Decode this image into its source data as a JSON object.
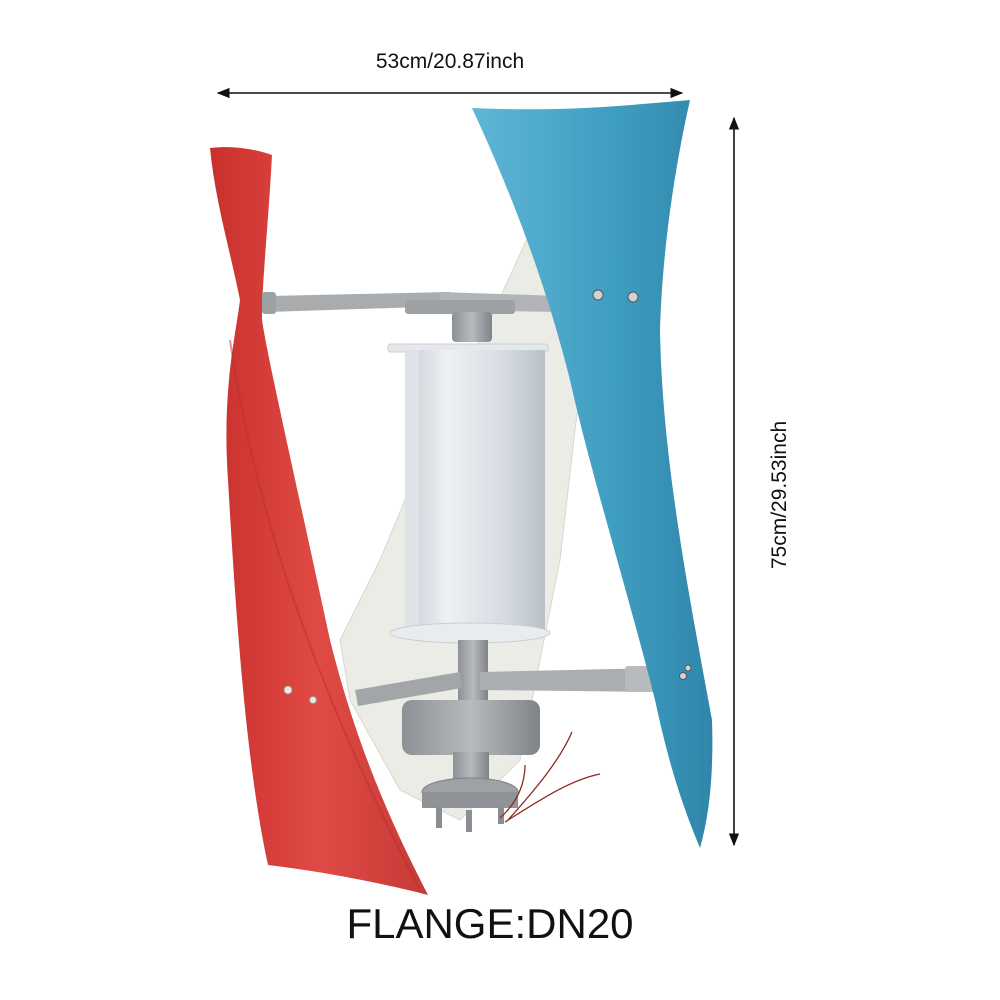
{
  "dimensions": {
    "width_label": "53cm/20.87inch",
    "height_label": "75cm/29.53inch"
  },
  "caption": {
    "flange": "FLANGE:DN20"
  },
  "product": {
    "subject": "vertical-axis helix wind turbine",
    "blade_colors": {
      "red": "#d9433f",
      "blue": "#4fa7c8",
      "white": "#eeeee8"
    },
    "metal_color": "#a7a9ab",
    "generator_cover_color": "#d8dde3"
  }
}
